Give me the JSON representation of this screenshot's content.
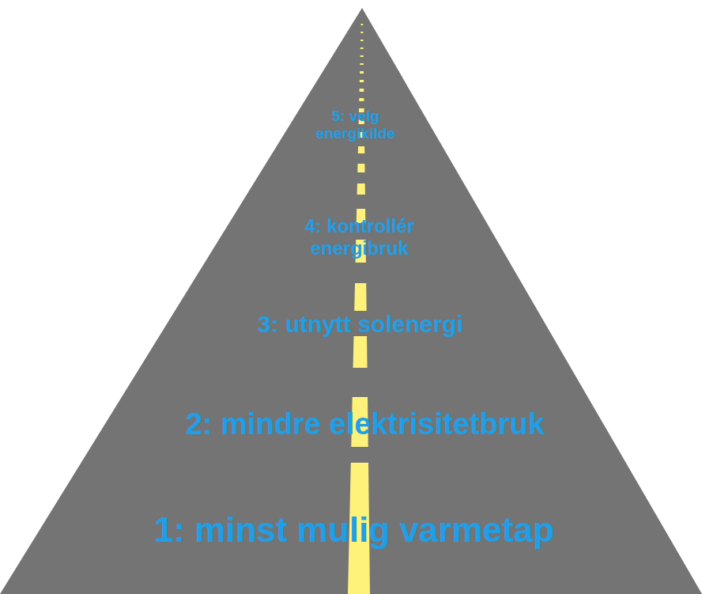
{
  "diagram": {
    "nodes": [
      {
        "text": [
          "1: minst mulig varmetap",
          "2: mindre elektrisitetbruk",
          "3: utnytt solenergi",
          "4: kontrollér energibruk",
          "5: velg energikilde"
        ]
      }
    ]
  }
}
